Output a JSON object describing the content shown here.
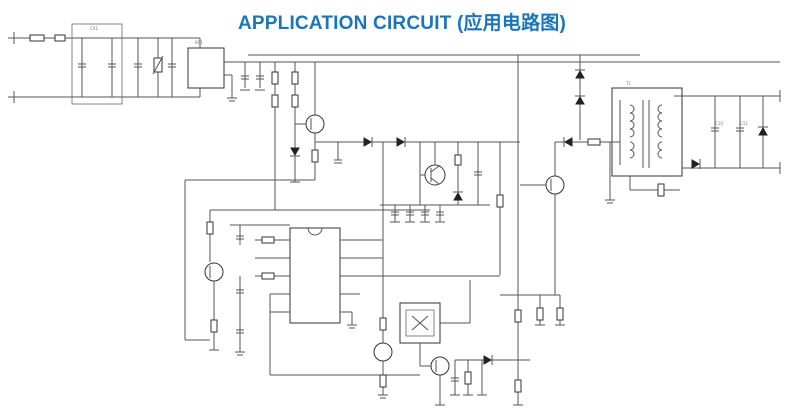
{
  "title": "APPLICATION CIRCUIT (应用电路图)",
  "colors": {
    "title": "#1b75bb",
    "wire": "#555555",
    "component": "#222222"
  },
  "icons": [
    "fuse",
    "capacitor",
    "resistor",
    "varistor",
    "bridge-rectifier",
    "mosfet",
    "diode",
    "zener-diode",
    "transistor",
    "pwm-controller-ic",
    "transformer",
    "optocoupler",
    "ground"
  ]
}
